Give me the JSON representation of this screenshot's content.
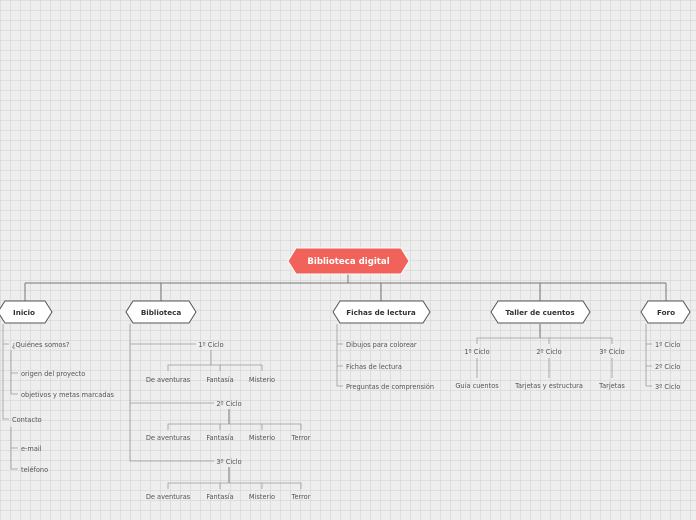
{
  "map": {
    "root": "Biblioteca digital",
    "accent_color": "#f0625a",
    "branches": {
      "inicio": {
        "label": "Inicio",
        "quienes": "¿Quiénes somos?",
        "origen": "origen del proyecto",
        "objetivos": "objetivos y metas marcadas",
        "contacto": "Contacto",
        "email": "e-mail",
        "telefono": "teléfono"
      },
      "biblioteca": {
        "label": "Biblioteca",
        "ciclo1": {
          "label": "1º Ciclo",
          "items": [
            "De aventuras",
            "Fantasía",
            "Misterio"
          ]
        },
        "ciclo2": {
          "label": "2º Ciclo",
          "items": [
            "De aventuras",
            "Fantasía",
            "Misterio",
            "Terror"
          ]
        },
        "ciclo3": {
          "label": "3º Ciclo",
          "items": [
            "De aventuras",
            "Fantasía",
            "Misterio",
            "Terror"
          ]
        }
      },
      "fichas": {
        "label": "Fichas de lectura",
        "items": [
          "Dibujos para colorear",
          "Fichas de lectura",
          "Preguntas de comprensión"
        ]
      },
      "taller": {
        "label": "Taller de cuentos",
        "ciclos": [
          {
            "label": "1º Ciclo",
            "child": "Guía cuentos"
          },
          {
            "label": "2º Ciclo",
            "child": "Tarjetas y estructura"
          },
          {
            "label": "3º Ciclo",
            "child": "Tarjetas"
          }
        ]
      },
      "foro": {
        "label": "Foro",
        "items": [
          "1º Ciclo",
          "2º Ciclo",
          "3º Ciclo"
        ]
      }
    }
  }
}
